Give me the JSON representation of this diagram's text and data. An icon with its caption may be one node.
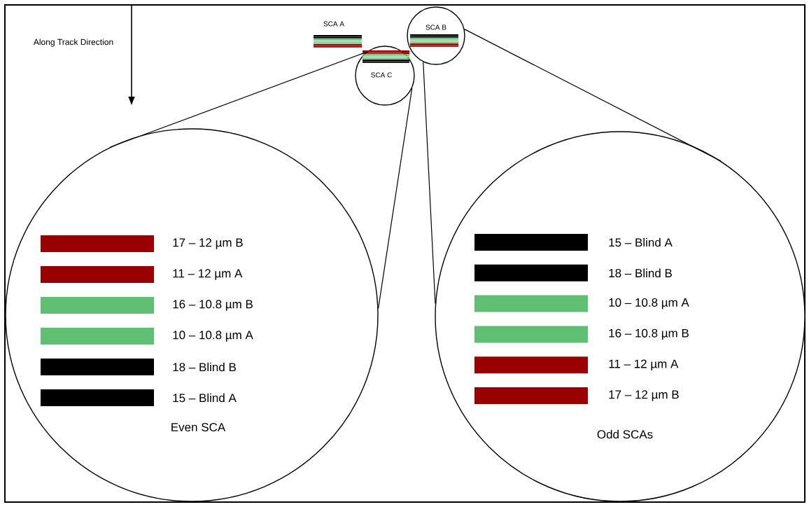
{
  "diagram": {
    "nodes": [
      {
        "text": [
          "SCA C"
        ]
      },
      {
        "text": [
          "SCA B"
        ]
      },
      {
        "text": [
          "Even SCA"
        ]
      },
      {
        "text": [
          "Odd SCAs"
        ]
      }
    ],
    "edges": [
      {
        "from": 0,
        "to": 2,
        "arrow": "none"
      },
      {
        "from": 0,
        "to": 2,
        "arrow": "none"
      },
      {
        "from": 1,
        "to": 3,
        "arrow": "none"
      },
      {
        "from": 1,
        "to": 3,
        "arrow": "none"
      }
    ],
    "labels": [
      "Along Track Direction",
      "SCA A"
    ],
    "legend": [
      {
        "text": "17 – 12 µm B",
        "color": "#990000"
      },
      {
        "text": "11 – 12 µm A",
        "color": "#990000"
      },
      {
        "text": "16 – 10.8 µm B",
        "color": "#5fbf72"
      },
      {
        "text": "10 – 10.8 µm A",
        "color": "#5fbf72"
      },
      {
        "text": "18 – Blind B",
        "color": "#000000"
      },
      {
        "text": "15 – Blind A",
        "color": "#000000"
      },
      {
        "text": "15 – Blind A",
        "color": "#000000"
      },
      {
        "text": "18 – Blind B",
        "color": "#000000"
      },
      {
        "text": "10 – 10.8 µm A",
        "color": "#5fbf72"
      },
      {
        "text": "16 – 10.8 µm B",
        "color": "#5fbf72"
      },
      {
        "text": "11 – 12 µm A",
        "color": "#990000"
      },
      {
        "text": "17 – 12 µm B",
        "color": "#990000"
      }
    ]
  }
}
